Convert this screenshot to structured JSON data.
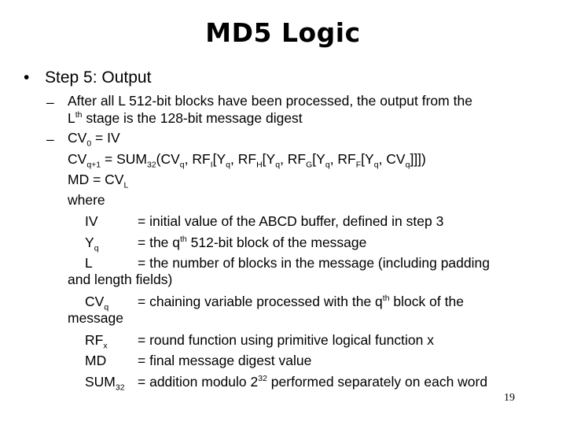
{
  "title": "MD5 Logic",
  "step": {
    "bullet": "•",
    "text": "Step 5: Output"
  },
  "dash": "–",
  "intro": {
    "line1": "After all L 512-bit blocks have been processed, the output from the",
    "line2_a": "L",
    "line2_sup": "th",
    "line2_b": " stage is the 128-bit message digest"
  },
  "cv0": {
    "a": "CV",
    "sub": "0",
    "b": " = IV"
  },
  "cvq1": {
    "p1": "CV",
    "s1": "q+1",
    "p2": " = SUM",
    "s2": "32",
    "p3": "(CV",
    "s3": "q",
    "p4": ", RF",
    "s4": "I",
    "p5": "[Y",
    "s5": "q",
    "p6": ", RF",
    "s6": "H",
    "p7": "[Y",
    "s7": "q",
    "p8": ", RF",
    "s8": "G",
    "p9": "[Y",
    "s9": "q",
    "p10": ", RF",
    "s10": "F",
    "p11": "[Y",
    "s11": "q",
    "p12": ", CV",
    "s12": "q",
    "p13": "]]])"
  },
  "md": {
    "a": "MD = CV",
    "sub": "L"
  },
  "where": "where",
  "defs": {
    "iv_label": "IV",
    "iv_def": "= initial value of the ABCD buffer, defined in step 3",
    "yq_label": "Y",
    "yq_sub": "q",
    "yq_def_a": "= the q",
    "yq_def_sup": "th",
    "yq_def_b": " 512-bit block of the message",
    "l_label": "L",
    "l_def": "= the number of blocks in the message (including padding",
    "l_cont": "and length fields)",
    "cvq_label": "CV",
    "cvq_sub": "q",
    "cvq_def_a": "= chaining variable processed with the q",
    "cvq_def_sup": "th",
    "cvq_def_b": " block of the",
    "cvq_cont": "message",
    "rfx_label": "RF",
    "rfx_sub": "x",
    "rfx_def": "= round function using primitive logical function x",
    "md_label": "MD",
    "md_def": "= final message digest value",
    "sum_label": "SUM",
    "sum_sub": "32",
    "sum_def_a": "= addition modulo 2",
    "sum_def_sup": "32",
    "sum_def_b": " performed separately on each word"
  },
  "page_number": "19"
}
